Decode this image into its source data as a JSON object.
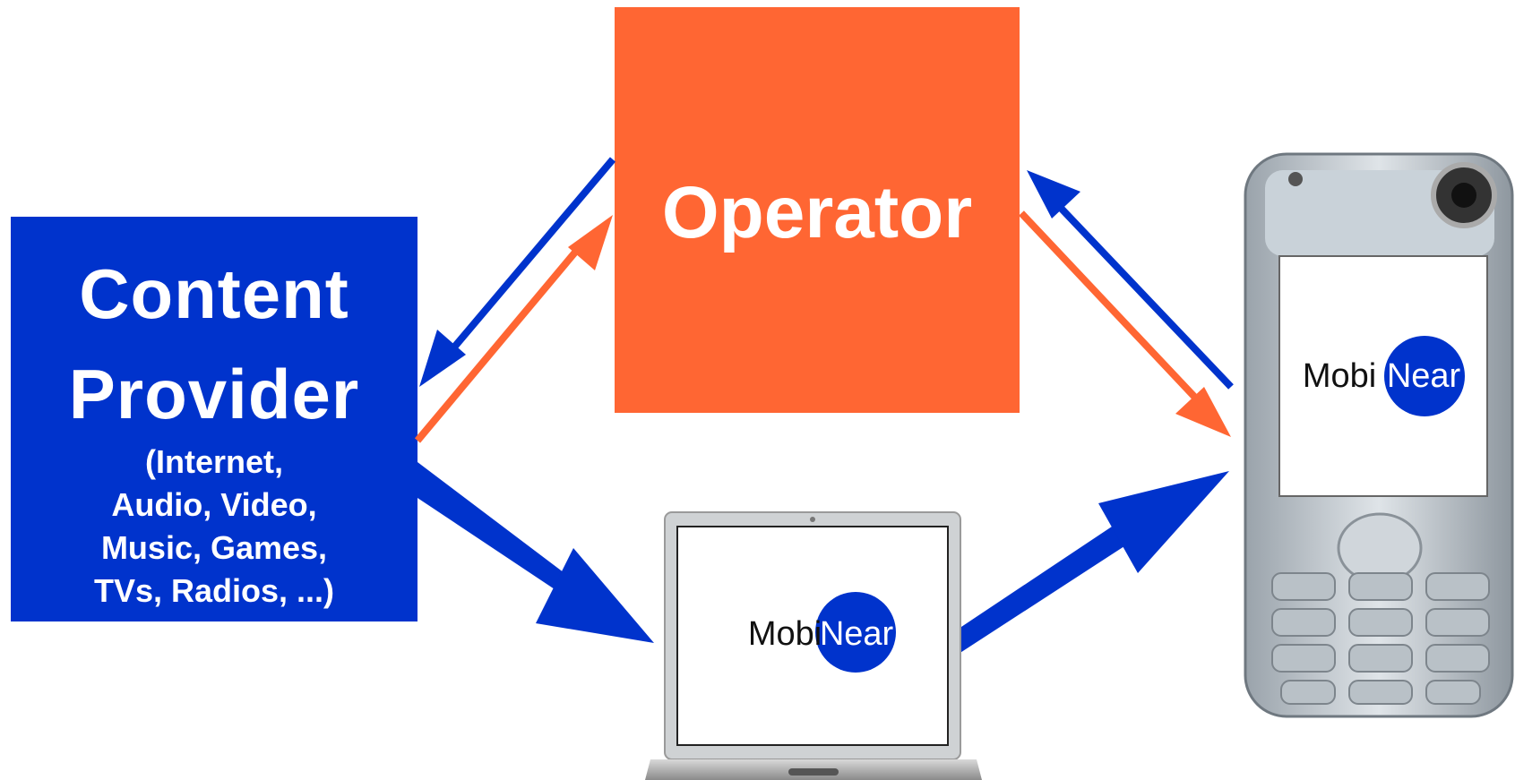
{
  "colors": {
    "blue": "#0033cc",
    "orange": "#ff6633"
  },
  "content_provider": {
    "title_line1": "Content",
    "title_line2": "Provider",
    "subtitle_lines": [
      "(Internet,",
      "Audio, Video,",
      "Music, Games,",
      "TVs, Radios, ...)"
    ]
  },
  "operator": {
    "title": "Operator"
  },
  "laptop": {
    "logo_part1": "Mobi",
    "logo_part2": "Near"
  },
  "phone": {
    "logo_part1": "Mobi",
    "logo_part2": "Near"
  },
  "icons": [
    "laptop-icon",
    "mobile-phone-icon"
  ]
}
